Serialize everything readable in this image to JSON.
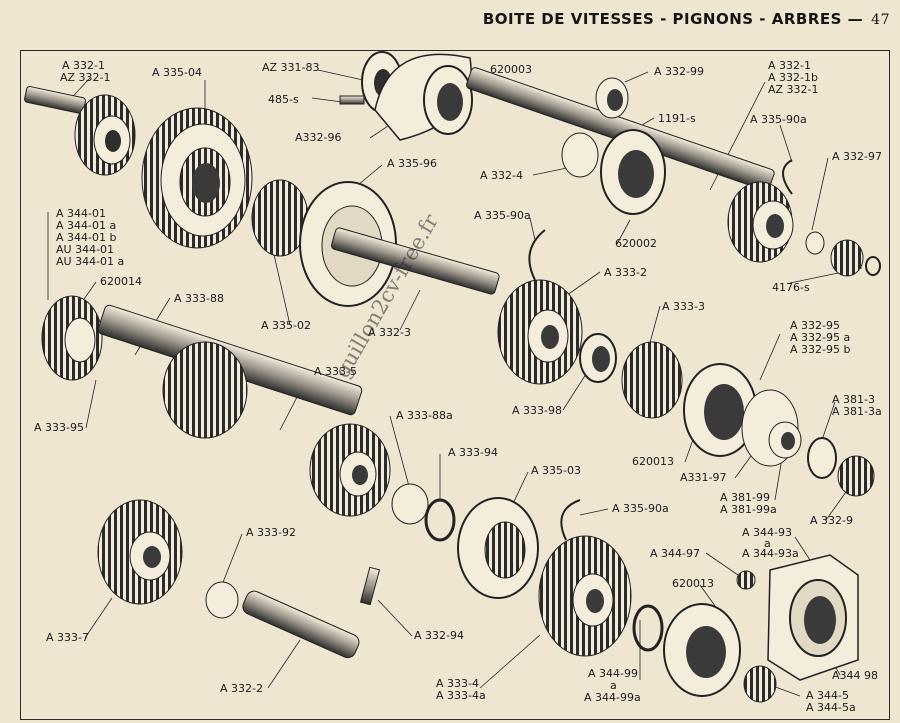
{
  "header": {
    "title": "BOITE DE VITESSES - PIGNONS - ARBRES —",
    "page_number": "47"
  },
  "watermark": "guillon2cv-free.fr",
  "labels": {
    "l01": "A 332-1",
    "l02": "AZ 332-1",
    "l03": "A 335-04",
    "l04": "AZ 331-83",
    "l05": "485-s",
    "l06": "A332-96",
    "l07": "620003",
    "l08": "A 332-99",
    "l09": "A 332-1",
    "l10": "A 332-1b",
    "l11": "AZ 332-1",
    "l12": "1191-s",
    "l13": "A 335-90a",
    "l14": "A 332-4",
    "l15": "A 332-97",
    "l16": "A 335-96",
    "l17": "A 335-90a",
    "l18": "620002",
    "l19": "A 344-01",
    "l20": "A 344-01 a",
    "l21": "A 344-01 b",
    "l22": "AU 344-01",
    "l23": "AU 344-01 a",
    "l24": "620014",
    "l25": "A 333-88",
    "l26": "A 335-02",
    "l27": "A 332-3",
    "l28": "A 333-2",
    "l29": "4176-s",
    "l30": "A 333-3",
    "l31": "A 332-95",
    "l32": "A 332-95 a",
    "l33": "A 332-95 b",
    "l34": "A 333-5",
    "l35": "A 333-95",
    "l36": "A 333-98",
    "l37": "A 381-3",
    "l38": "A 381-3a",
    "l39": "A 333-88a",
    "l40": "620013",
    "l41": "A331-97",
    "l42": "A 333-94",
    "l43": "A 335-03",
    "l44": "A 381-99",
    "l45": "A 381-99a",
    "l46": "A 335-90a",
    "l47": "A 332-9",
    "l48": "A 333-92",
    "l49": "A 344-93",
    "l50": "a",
    "l51": "A 344-93a",
    "l52": "A 344-97",
    "l53": "620013",
    "l54": "A 332-94",
    "l55": "A 333-7",
    "l56": "A 344-99",
    "l57": "a",
    "l58": "A 344-99a",
    "l59": "A 333-4",
    "l60": "A 333-4a",
    "l61": "A 332-2",
    "l62": "A344 98",
    "l63": "A 344-5",
    "l64": "A 344-5a"
  }
}
